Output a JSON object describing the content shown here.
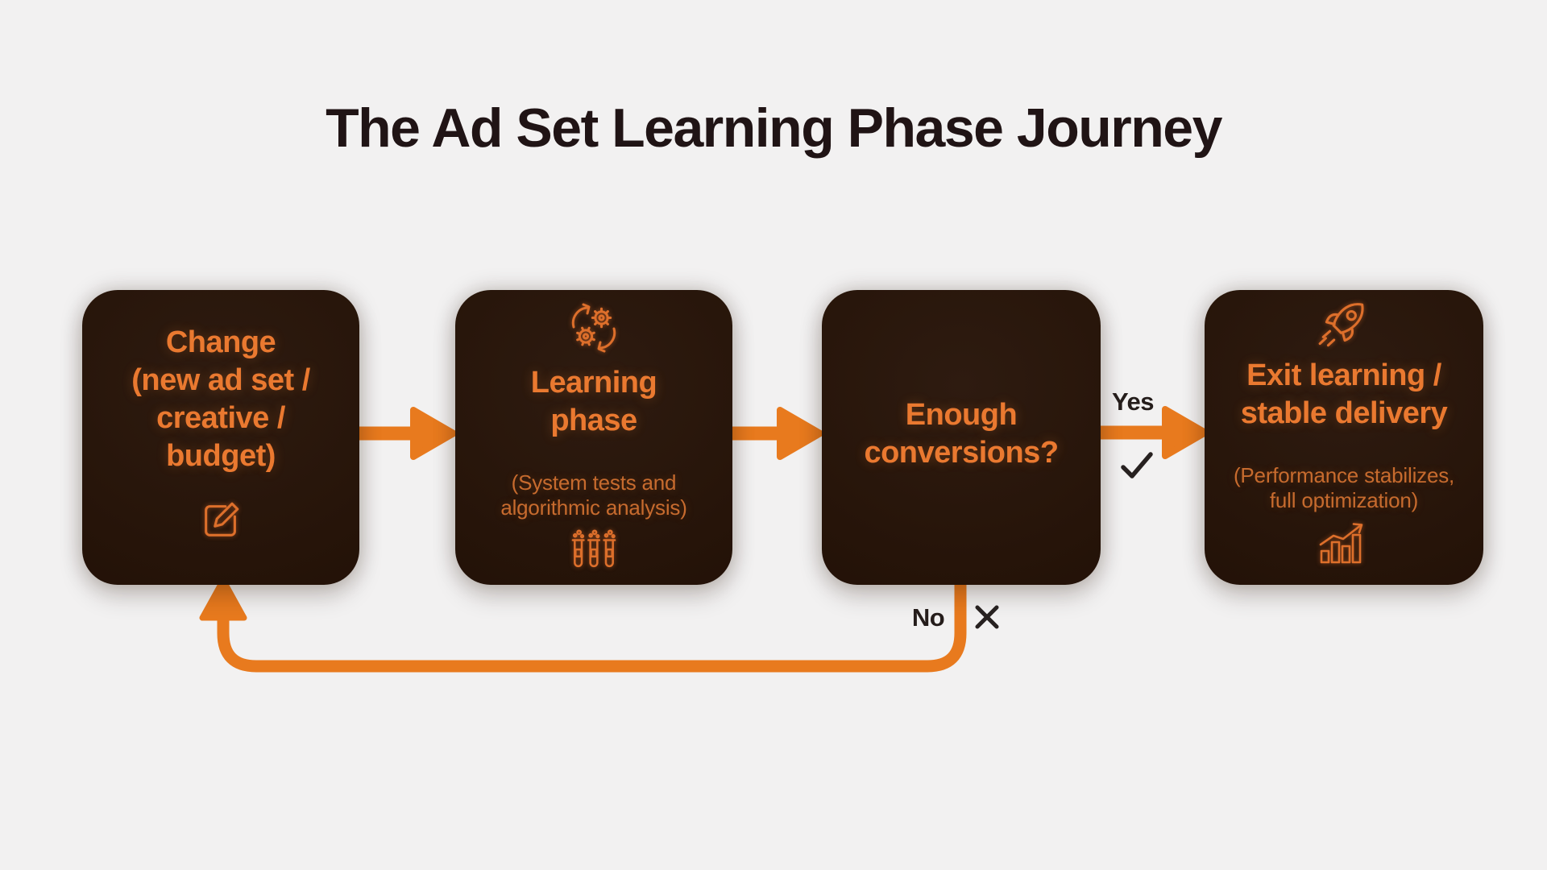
{
  "title": "The Ad Set Learning Phase Journey",
  "colors": {
    "page_background": "#F2F1F1",
    "node_background": "#261409",
    "heading_orange": "#EA7930",
    "subtitle_orange": "#C76B2E",
    "arrow_orange": "#E87A1E",
    "dark_text": "#231818"
  },
  "nodes": {
    "change": {
      "title_lines": [
        "Change",
        "(new ad set /",
        "creative /",
        "budget)"
      ],
      "icon": "edit-icon"
    },
    "learning": {
      "top_icon": "gears-sync-icon",
      "title_lines": [
        "Learning",
        "phase"
      ],
      "subtitle_lines": [
        "(System tests and",
        "algorithmic analysis)"
      ],
      "bottom_icon": "test-tubes-icon"
    },
    "decision": {
      "title_lines": [
        "Enough",
        "conversions?"
      ]
    },
    "exit": {
      "top_icon": "rocket-icon",
      "title_lines": [
        "Exit learning /",
        "stable delivery"
      ],
      "subtitle_lines": [
        "(Performance stabilizes,",
        "full optimization)"
      ],
      "bottom_icon": "growth-chart-icon"
    }
  },
  "decision_labels": {
    "yes": "Yes",
    "no": "No"
  }
}
